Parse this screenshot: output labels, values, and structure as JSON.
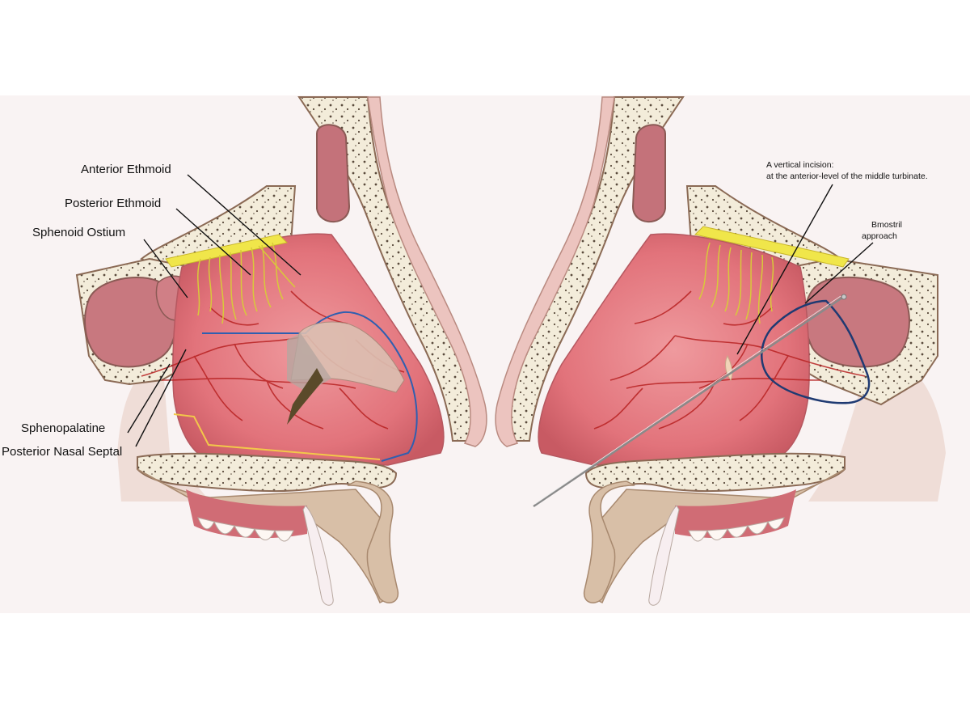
{
  "colors": {
    "background": "#ffffff",
    "panel": "#f9f3f3",
    "mucosa": "#e0707a",
    "mucosa_light": "#efa3a6",
    "bone": "#f3ecda",
    "bone_dots": "#5a4a3c",
    "bone_edge": "#8b6a55",
    "skin": "#d8bfa7",
    "nerve": "#e8e04a",
    "nerve_plate": "#f0e64a",
    "vessel": "#b82222",
    "flap_line": "#2f5fb0",
    "flap_line_dark": "#1f3a72",
    "yellow_line": "#f2c84a",
    "leader": "#111111",
    "arrow": "#5a4a2a"
  },
  "left_panel": {
    "labels": {
      "anterior_ethmoid": "Anterior Ethmoid",
      "posterior_ethmoid": "Posterior Ethmoid",
      "sphenoid_ostium": "Sphenoid Ostium",
      "sphenopalatine": "Sphenopalatine",
      "posterior_nasal_septal": "Posterior Nasal Septal"
    }
  },
  "right_panel": {
    "labels": {
      "vertical_incision_line1": "A vertical incision:",
      "vertical_incision_line2": "at the anterior-level of the middle turbinate.",
      "binostril_line1": "Bmostril",
      "binostril_line2": "approach"
    }
  }
}
